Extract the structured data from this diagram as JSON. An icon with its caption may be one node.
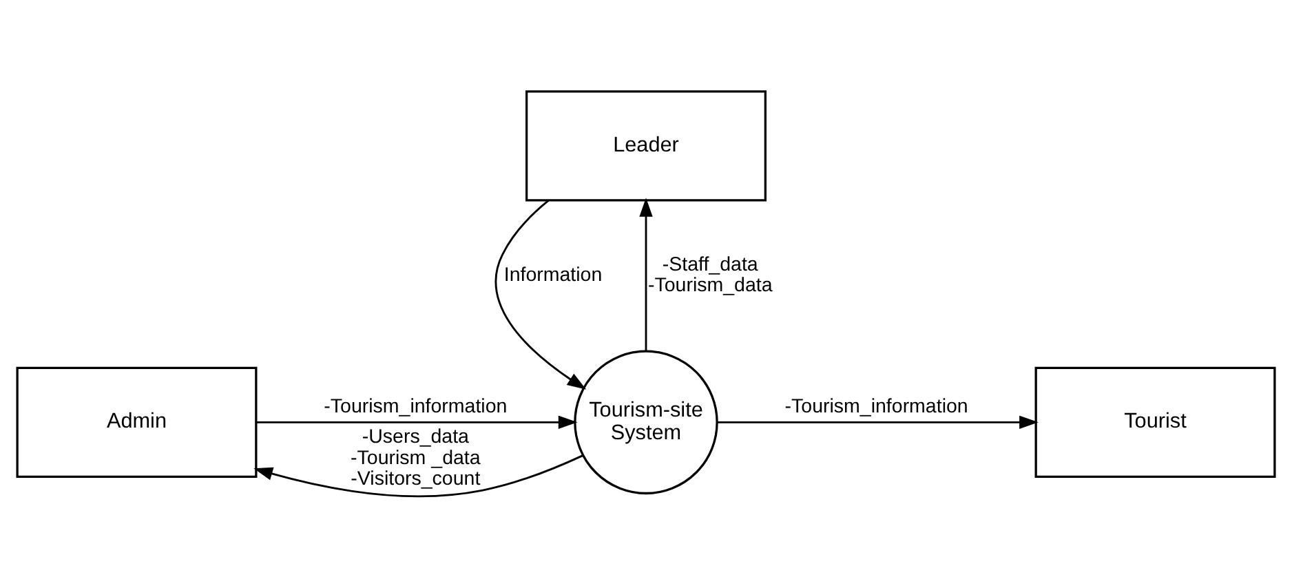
{
  "diagram": {
    "nodes": [
      {
        "text": [
          "Leader"
        ]
      },
      {
        "text": [
          "Admin"
        ]
      },
      {
        "text": [
          "Tourism-site System"
        ]
      },
      {
        "text": [
          "Tourist"
        ]
      }
    ],
    "edges": [
      {
        "from": 0,
        "to": 2,
        "arrow": "to",
        "label": "Information"
      },
      {
        "from": 2,
        "to": 0,
        "arrow": "to",
        "label": "-Staff_data -Tourism_data"
      },
      {
        "from": 1,
        "to": 2,
        "arrow": "to",
        "label": "-Tourism_information"
      },
      {
        "from": 2,
        "to": 3,
        "arrow": "to",
        "label": "-Tourism_information"
      },
      {
        "from": 2,
        "to": 1,
        "arrow": "to",
        "label": "-Users_data -Tourism _data -Visitors_count"
      }
    ]
  }
}
